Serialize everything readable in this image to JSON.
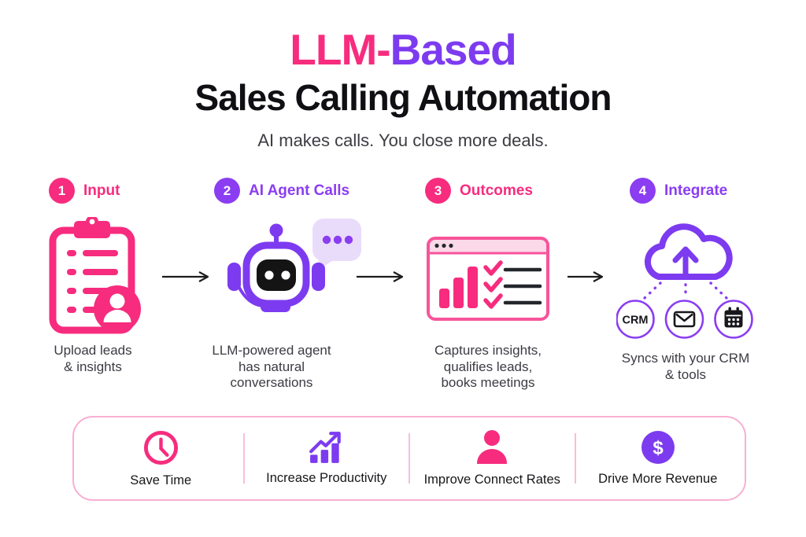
{
  "palette": {
    "pink": "#F72C7E",
    "purple": "#7D3BF0",
    "badge_purple": "#8B3DF2",
    "lavender_bubble": "#E9DCFB",
    "browser_header_pink": "#FBD9E9",
    "bar_border_pink": "#F8AFD3",
    "dark_text": "#101014",
    "caption_text": "#3B3B43"
  },
  "header": {
    "title_accent_1": "LLM-",
    "title_accent_2": "Based",
    "title_line2": "Sales Calling Automation",
    "subtitle": "AI makes calls. You close more deals."
  },
  "steps": [
    {
      "number": "1",
      "label": "Input",
      "color": "#F72C7E",
      "icon": "clipboard-leads-icon",
      "caption": "Upload leads\n& insights"
    },
    {
      "number": "2",
      "label": "AI Agent Calls",
      "color": "#8B3DF2",
      "icon": "ai-robot-icon",
      "caption": "LLM-powered agent\nhas natural\nconversations"
    },
    {
      "number": "3",
      "label": "Outcomes",
      "color": "#F72C7E",
      "icon": "analytics-checklist-icon",
      "caption": "Captures insights,\nqualifies leads,\nbooks meetings"
    },
    {
      "number": "4",
      "label": "Integrate",
      "color": "#8B3DF2",
      "icon": "cloud-sync-icon",
      "caption": "Syncs with your CRM\n& tools"
    }
  ],
  "integrations": [
    {
      "label": "CRM",
      "icon": "crm-circle"
    },
    {
      "icon": "email-icon"
    },
    {
      "icon": "calendar-icon"
    }
  ],
  "benefits": [
    {
      "label": "Save Time",
      "icon": "clock-icon",
      "color": "#F72C7E"
    },
    {
      "label": "Increase Productivity",
      "icon": "growth-chart-icon",
      "color": "#7D3BF0"
    },
    {
      "label": "Improve Connect Rates",
      "icon": "person-icon",
      "color": "#F72C7E"
    },
    {
      "label": "Drive More Revenue",
      "icon": "dollar-icon",
      "color": "#7D3BF0",
      "symbol": "$"
    }
  ]
}
